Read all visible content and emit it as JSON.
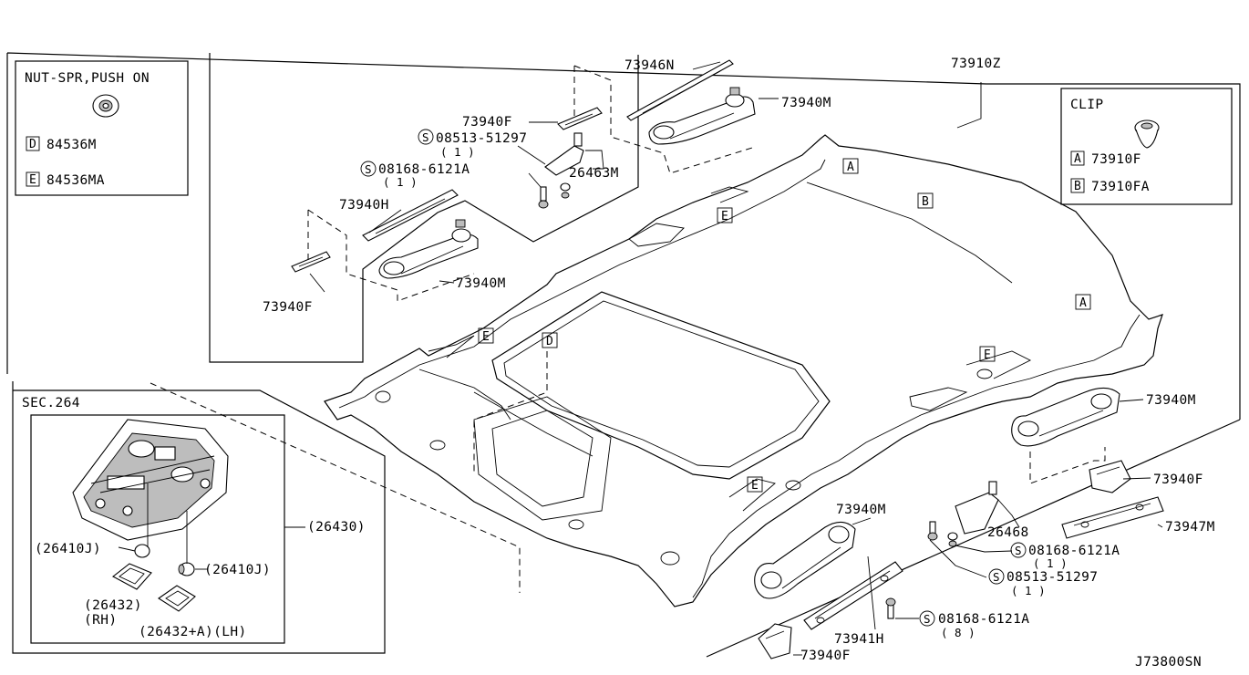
{
  "diagram_id": "J73800SN",
  "labels": {
    "headlining": "73910Z",
    "strap_top_right": "73946N",
    "grip_upper_right": "73940M",
    "bracket_upper_f": "73940F",
    "screw_08513_upper": "08513-51297",
    "screw_08513_upper_qty": "( 1 )",
    "bracket_26463": "26463M",
    "screw_08168_upper": "08168-6121A",
    "screw_08168_upper_qty": "( 1 )",
    "strap_73940h": "73940H",
    "grip_left_middle": "73940M",
    "bracket_left_f": "73940F",
    "grip_right_middle": "73940M",
    "bracket_right_f": "73940F",
    "strap_73947m": "73947M",
    "bracket_26468": "26468",
    "screw_08168_right": "08168-6121A",
    "screw_08168_right_qty": "( 1 )",
    "screw_08513_right": "08513-51297",
    "screw_08513_right_qty": "( 1 )",
    "grip_lower": "73940M",
    "strap_73941h": "73941H",
    "screw_08168_lower": "08168-6121A",
    "screw_08168_lower_qty": "( 8 )",
    "bracket_lower_f": "73940F",
    "lamp_assy": "(26430)",
    "sec_ref": "SEC.264"
  },
  "legend_nut": {
    "title": "NUT-SPR,PUSH ON",
    "items": [
      {
        "key": "D",
        "part": "84536M"
      },
      {
        "key": "E",
        "part": "84536MA"
      }
    ]
  },
  "legend_clip": {
    "title": "CLIP",
    "items": [
      {
        "key": "A",
        "part": "73910F"
      },
      {
        "key": "B",
        "part": "73910FA"
      }
    ]
  },
  "inset": {
    "bulb_left": "(26410J)",
    "bulb_right": "(26410J)",
    "lens_rh": "(26432)",
    "lens_rh_side": "(RH)",
    "lens_lh": "(26432+A)(LH)"
  },
  "markers": {
    "A": "A",
    "B": "B",
    "D": "D",
    "E": "E"
  }
}
